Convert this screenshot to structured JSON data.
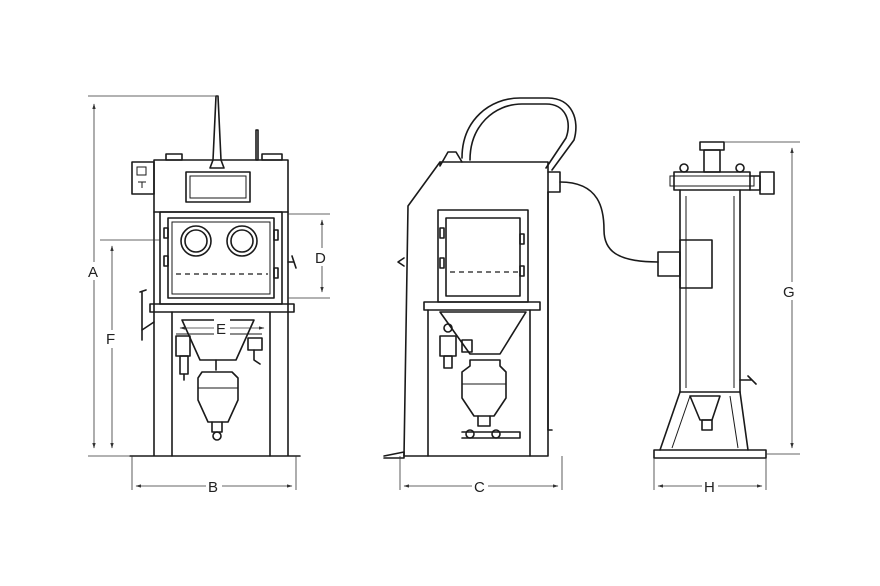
{
  "dimensions": {
    "A": "A",
    "B": "B",
    "C": "C",
    "D": "D",
    "E": "E",
    "F": "F",
    "G": "G",
    "H": "H"
  },
  "colors": {
    "line": "#1a1a1a",
    "background": "#ffffff"
  }
}
